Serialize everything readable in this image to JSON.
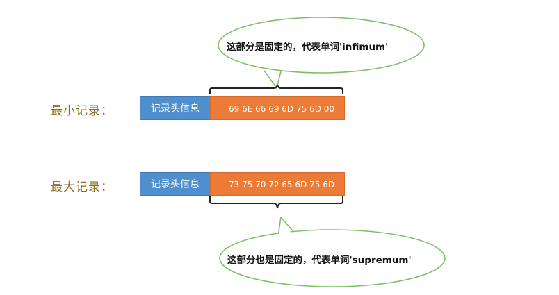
{
  "min_record": {
    "label": "最小记录：",
    "header_cell": "记录头信息",
    "data_cell": "69 6E 66 69 6D 75 6D 00",
    "callout": "这部分是固定的，代表单词'infimum'"
  },
  "max_record": {
    "label": "最大记录：",
    "header_cell": "记录头信息",
    "data_cell": "73 75 70 72 65 6D 75 6D",
    "callout": "这部分也是固定的，代表单词'supremum'"
  },
  "colors": {
    "header_cell": "#4f8fcd",
    "data_cell": "#ec7b37",
    "callout_border": "#7cc063",
    "brace": "#222222",
    "label_text": "#8a6d1e"
  }
}
